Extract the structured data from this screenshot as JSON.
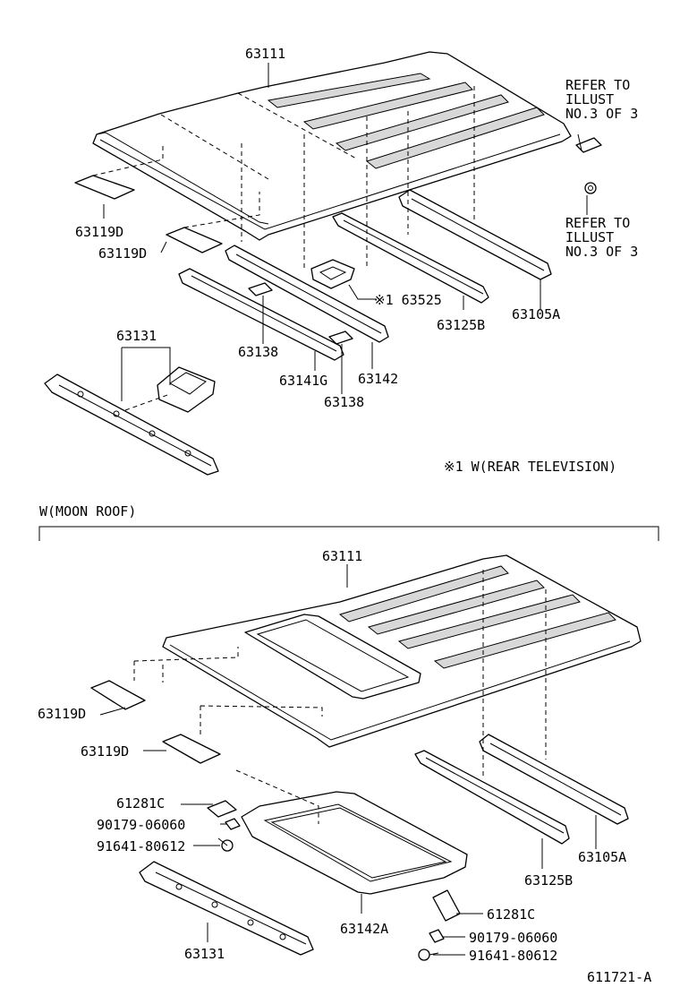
{
  "top": {
    "roof_panel": "63111",
    "pad_left": "63119D",
    "pad_mid": "63119D",
    "refer_1": [
      "REFER TO",
      "ILLUST",
      "NO.3 OF 3"
    ],
    "refer_2": [
      "REFER TO",
      "ILLUST",
      "NO.3 OF 3"
    ],
    "bracket_tv": "※1 63525",
    "rail_rear": "63125B",
    "rail_side": "63105A",
    "bracket_a": "63138",
    "reinforce_a": "63141G",
    "reinforce_b": "63142",
    "bracket_b": "63138",
    "front_header": "63131",
    "note": "※1 W(REAR TELEVISION)"
  },
  "bottom": {
    "section_title": "W(MOON ROOF)",
    "roof_panel": "63111",
    "pad_left": "63119D",
    "pad_mid": "63119D",
    "bracket_l": "61281C",
    "nut_l": "90179-06060",
    "bolt_l": "91641-80612",
    "frame": "63142A",
    "rail_rear": "63125B",
    "rail_side": "63105A",
    "bracket_r": "61281C",
    "nut_r": "90179-06060",
    "bolt_r": "91641-80612",
    "front_header": "63131",
    "diagram_no": "611721-A"
  }
}
